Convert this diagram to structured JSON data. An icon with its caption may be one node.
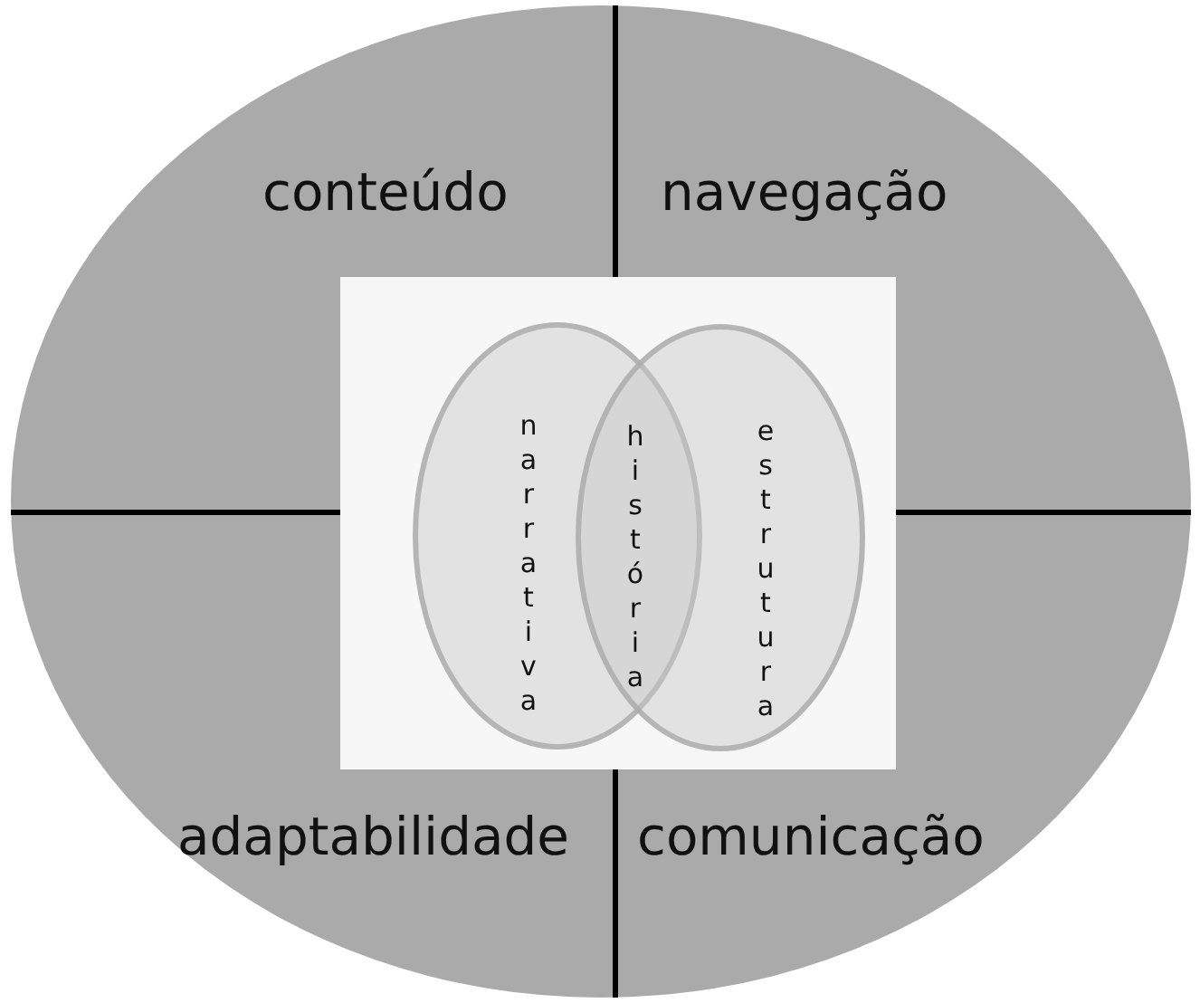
{
  "diagram": {
    "nodes": [
      {
        "text": [
          "conteúdo",
          "navegação",
          "adaptabilidade",
          "comunicação"
        ]
      },
      {
        "text": [],
        "shape": "box",
        "in": 0
      },
      {
        "text": [
          "narrativa"
        ],
        "in": 1
      },
      {
        "text": [
          "estrutura"
        ],
        "in": 1
      }
    ],
    "labels": [
      "história"
    ]
  }
}
